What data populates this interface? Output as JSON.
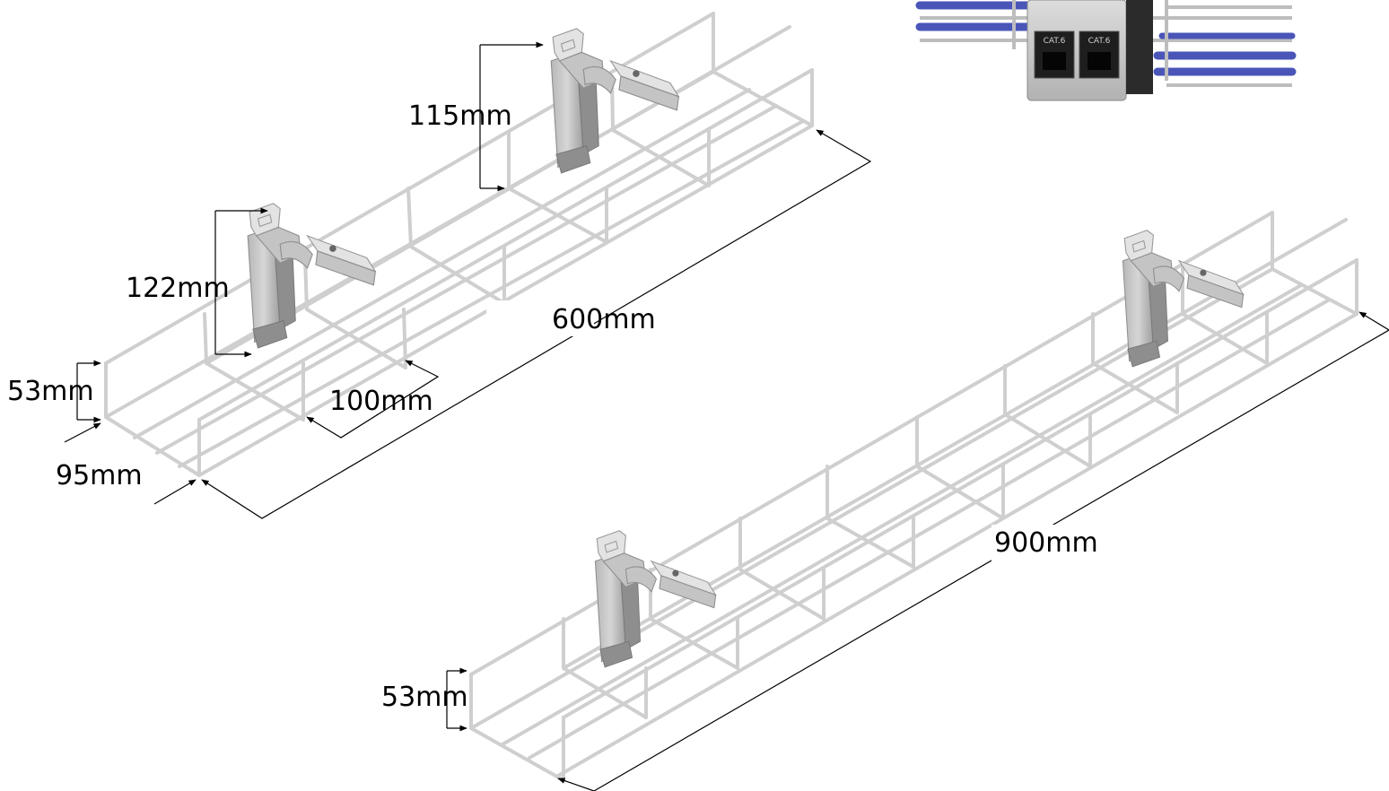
{
  "labels": {
    "tray_small_height_left": "53mm",
    "tray_small_width": "95mm",
    "clip_near_height": "122mm",
    "clip_far_height": "115mm",
    "clip_offset": "100mm",
    "tray_small_length": "600mm",
    "tray_large_length": "900mm",
    "tray_large_height": "53mm"
  },
  "inset": {
    "ports": [
      "CAT.6",
      "CAT.6"
    ]
  },
  "colors": {
    "wire": "#cfcfcf",
    "clip": "#c4c4c4",
    "cable": "#4a55b8",
    "dimension": "#000000"
  }
}
